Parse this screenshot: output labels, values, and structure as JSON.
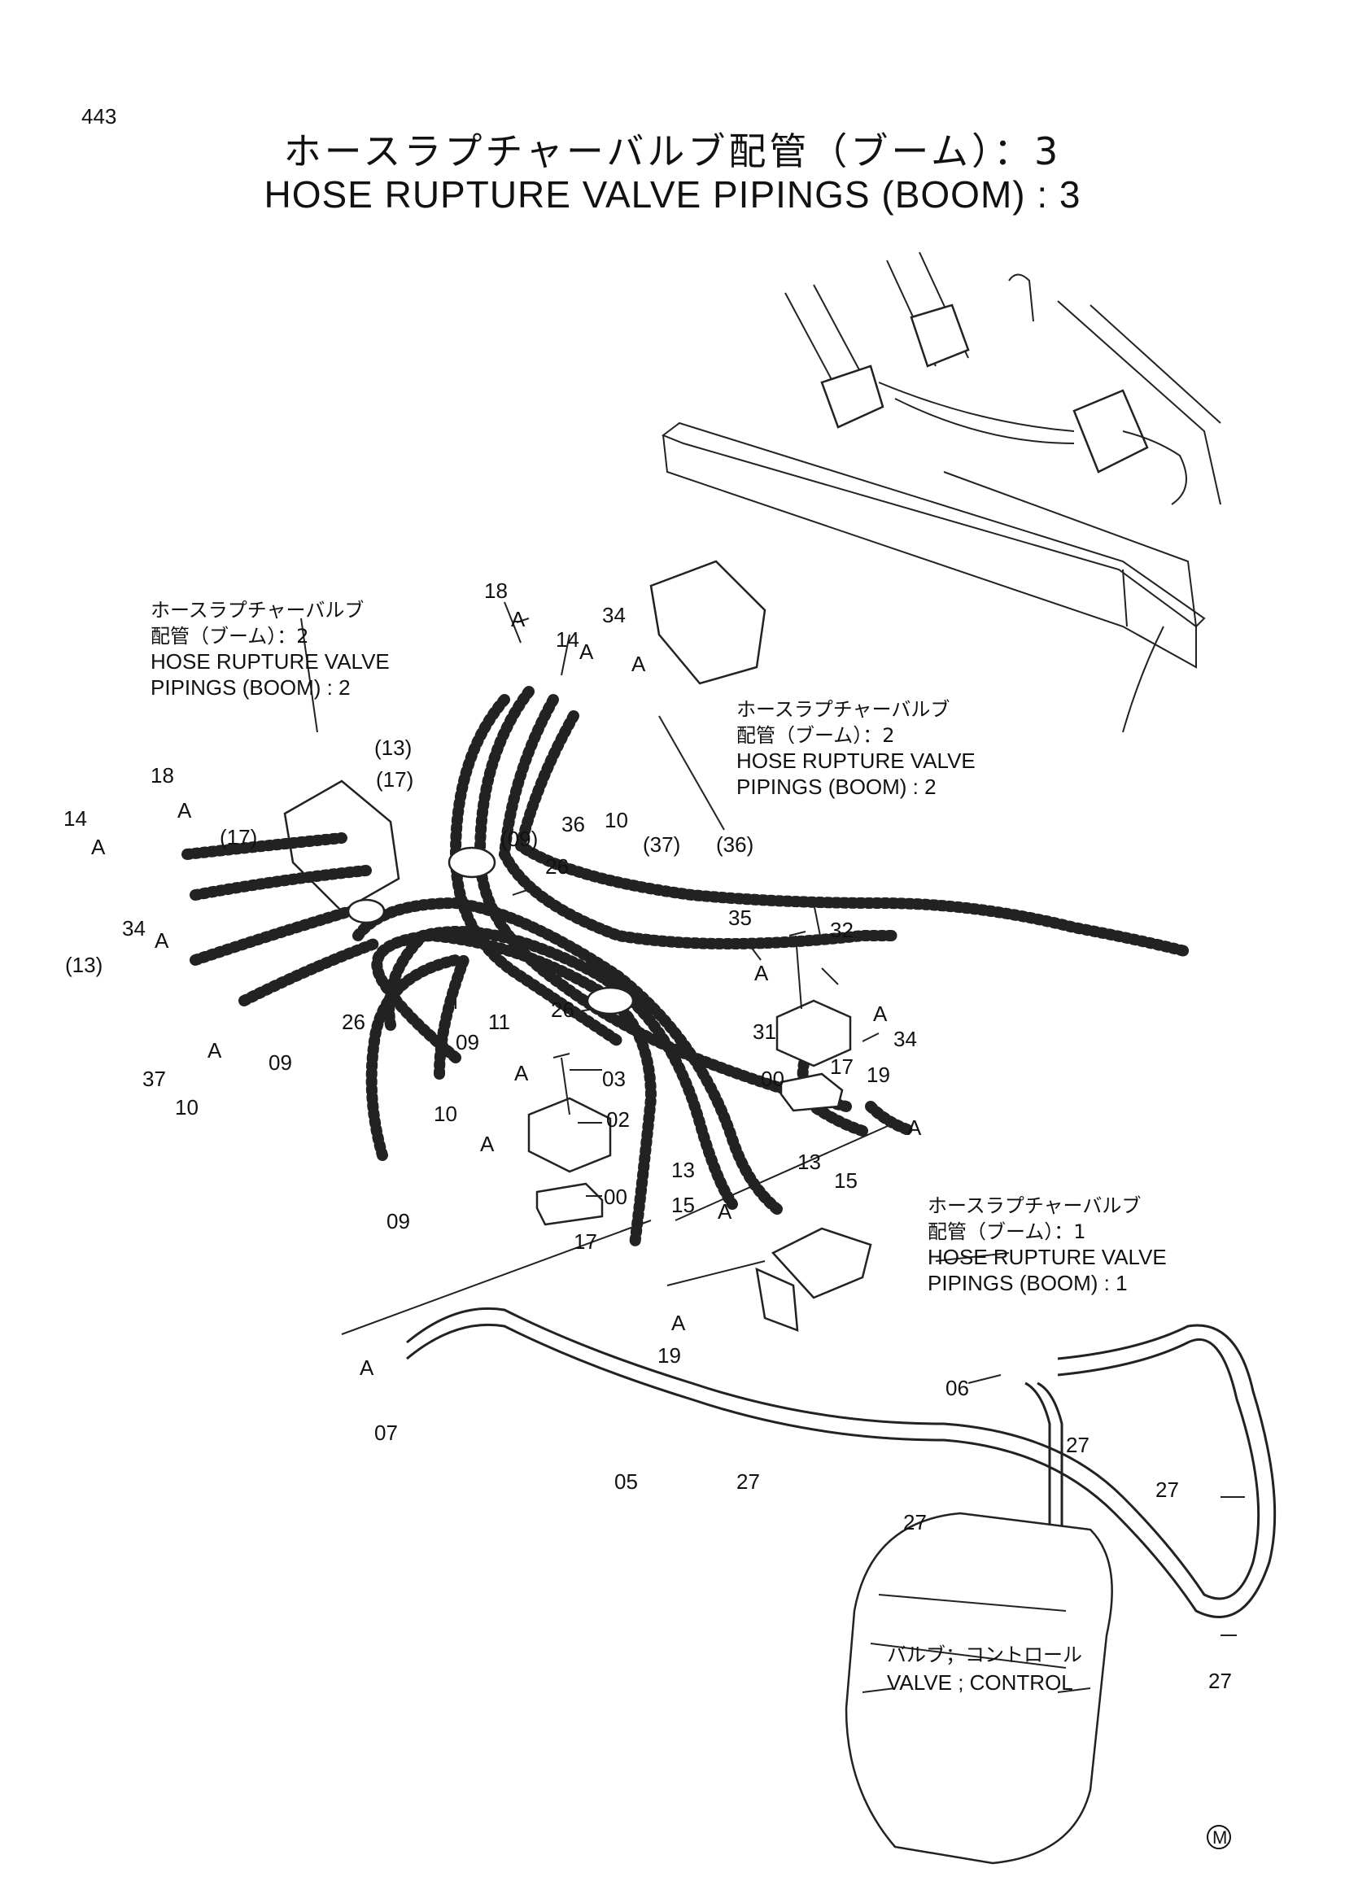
{
  "page_number": "443",
  "title_jp": "ホースラプチャーバルブ配管（ブーム）：3",
  "title_en": "HOSE RUPTURE VALVE PIPINGS (BOOM) : 3",
  "notes": {
    "left_ref": {
      "jp": "ホースラプチャーバルブ",
      "jp2": "配管（ブーム）：2",
      "en1": "HOSE RUPTURE VALVE",
      "en2": "PIPINGS (BOOM) : 2"
    },
    "right_ref": {
      "jp": "ホースラプチャーバルブ",
      "jp2": "配管（ブーム）：2",
      "en1": "HOSE RUPTURE VALVE",
      "en2": "PIPINGS (BOOM) : 2"
    },
    "lower_ref": {
      "jp": "ホースラプチャーバルブ",
      "jp2": "配管（ブーム）：1",
      "en1": "HOSE RUPTURE VALVE",
      "en2": "PIPINGS (BOOM) : 1"
    },
    "control_valve": {
      "jp": "バルブ；コントロール",
      "en": "VALVE ; CONTROL"
    }
  },
  "part_labels": [
    "18",
    "A",
    "14",
    "34",
    "A",
    "A",
    "10",
    "(13)",
    "(17)",
    "(09)",
    "36",
    "26",
    "18",
    "A",
    "(17)",
    "14",
    "A",
    "(13)",
    "34",
    "A",
    "37",
    "A",
    "10",
    "09",
    "26",
    "(37)",
    "(36)",
    "35",
    "A",
    "32",
    "A",
    "34",
    "31",
    "00",
    "26",
    "09",
    "11",
    "A",
    "03",
    "02",
    "10",
    "A",
    "09",
    "00",
    "17",
    "19",
    "A",
    "13",
    "15",
    "A",
    "15",
    "13",
    "17",
    "A",
    "19",
    "A",
    "07",
    "05",
    "27",
    "06",
    "27",
    "27",
    "27",
    "27"
  ],
  "circle_mark": "M"
}
